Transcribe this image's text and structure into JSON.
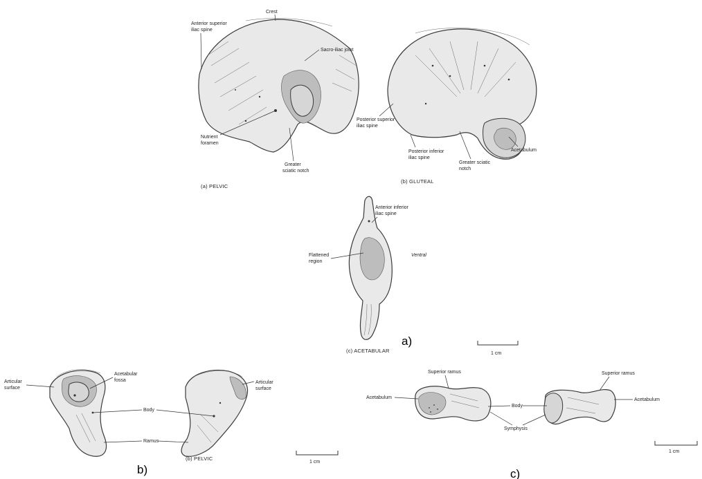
{
  "figure_a": {
    "pelvic": {
      "caption": "(a) PELVIC",
      "labels": {
        "crest": "Crest",
        "anterior_superior_iliac_spine_1": "Anterior superior",
        "anterior_superior_iliac_spine_2": "iliac spine",
        "sacro_iliac_joint": "Sacro-iliac joint",
        "nutrient_foramen_1": "Nutrient",
        "nutrient_foramen_2": "foramen",
        "greater_sciatic_notch_1": "Greater",
        "greater_sciatic_notch_2": "sciatic notch"
      }
    },
    "gluteal": {
      "caption": "(b) GLUTEAL",
      "labels": {
        "posterior_superior_1": "Posterior superior",
        "posterior_superior_2": "iliac spine",
        "posterior_inferior_1": "Posterior inferior",
        "posterior_inferior_2": "iliac spine",
        "greater_sciatic_notch_1": "Greater sciatic",
        "greater_sciatic_notch_2": "notch",
        "acetabulum": "Acetabulum"
      }
    },
    "acetabular": {
      "caption": "(c) ACETABULAR",
      "labels": {
        "anterior_inferior_1": "Anterior inferior",
        "anterior_inferior_2": "iliac spine",
        "flattened_region_1": "Flattened",
        "flattened_region_2": "region",
        "ventral": "Ventral"
      }
    },
    "panel_label": "a)",
    "scale_label": "1 cm"
  },
  "figure_b": {
    "caption": "(b) PELVIC",
    "labels": {
      "articular_surface_left_1": "Articular",
      "articular_surface_left_2": "surface",
      "acetabular_fossa_1": "Acetabular",
      "acetabular_fossa_2": "fossa",
      "body": "Body",
      "ramus": "Ramus",
      "articular_surface_right_1": "Articular",
      "articular_surface_right_2": "surface"
    },
    "panel_label": "b)",
    "scale_label": "1 cm"
  },
  "figure_c": {
    "labels": {
      "superior_ramus_left": "Superior ramus",
      "superior_ramus_right": "Superior ramus",
      "acetabulum_left": "Acetabulum",
      "acetabulum_right": "Acetabulum",
      "body": "Body",
      "symphysis": "Symphysis"
    },
    "panel_label": "c)",
    "scale_label": "1 cm"
  }
}
